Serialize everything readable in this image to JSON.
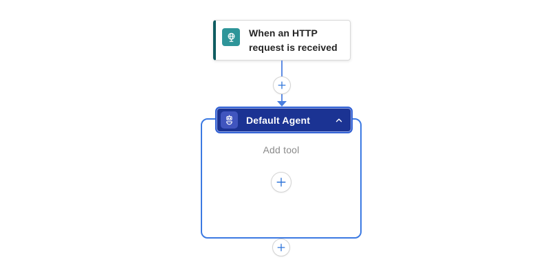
{
  "canvas": {
    "background": "#ffffff"
  },
  "trigger_card": {
    "title": "When an HTTP request is received",
    "icon": "http-request-globe-icon",
    "icon_bg": "#2E9599",
    "accent_color": "#0F5C61"
  },
  "connector": {
    "insert_step_icon": "plus-icon",
    "line_color": "#5E8CE4",
    "arrow_color": "#4A7FE0",
    "plus_color": "#2E74D9"
  },
  "agent_card": {
    "title": "Default Agent",
    "icon": "agent-bot-icon",
    "collapse_icon": "chevron-up-icon",
    "header_bg": "#1B3393",
    "selection_color": "#3060D4",
    "body_border_color": "#3B79E2",
    "add_tool_label": "Add tool",
    "add_tool_icon": "plus-icon"
  },
  "bottom_connector": {
    "insert_step_icon": "plus-icon"
  }
}
